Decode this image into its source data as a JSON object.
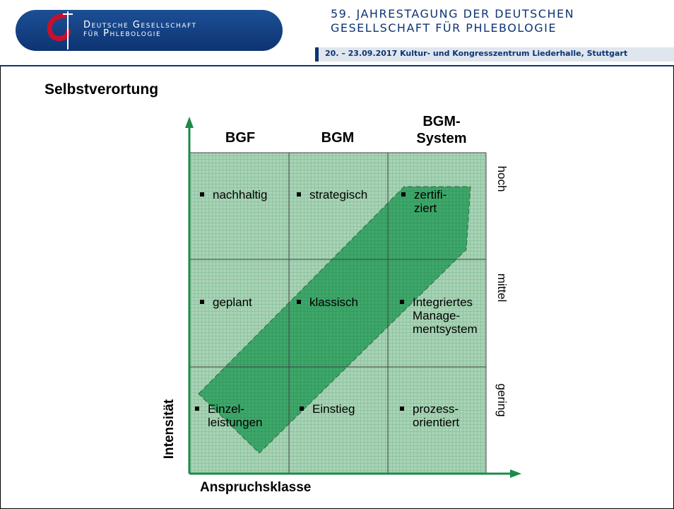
{
  "header": {
    "org_line1": "Deutsche Gesellschaft",
    "org_line2": "für Phlebologie",
    "conf_line1": "59. JAHRESTAGUNG DER DEUTSCHEN",
    "conf_line2": "GESELLSCHAFT FÜR PHLEBOLOGIE",
    "conf_date": "20. – 23.09.2017 Kultur- und Kongresszentrum Liederhalle, Stuttgart"
  },
  "title": "Selbstverortung",
  "columns": {
    "c1": "BGF",
    "c2": "BGM",
    "c3_line1": "BGM-",
    "c3_line2": "System"
  },
  "rows": {
    "r1": "hoch",
    "r2": "mittel",
    "r3": "gering"
  },
  "axes": {
    "y": "Intensität",
    "x": "Anspruchsklasse"
  },
  "cells": {
    "r1c1": "nachhaltig",
    "r1c2": "strategisch",
    "r1c3_l1": "zertifi-",
    "r1c3_l2": "ziert",
    "r2c1": "geplant",
    "r2c2": "klassisch",
    "r2c3_l1": "Integriertes",
    "r2c3_l2": "Manage-",
    "r2c3_l3": "mentsystem",
    "r3c1_l1": "Einzel-",
    "r3c1_l2": "leistungen",
    "r3c2": "Einstieg",
    "r3c3_l1": "prozess-",
    "r3c3_l2": "orientiert"
  },
  "colors": {
    "grid_fill": "#a9d3b6",
    "band_fill": "#3ea76a",
    "axis": "#1b8a4a",
    "brand": "#0d3473"
  }
}
